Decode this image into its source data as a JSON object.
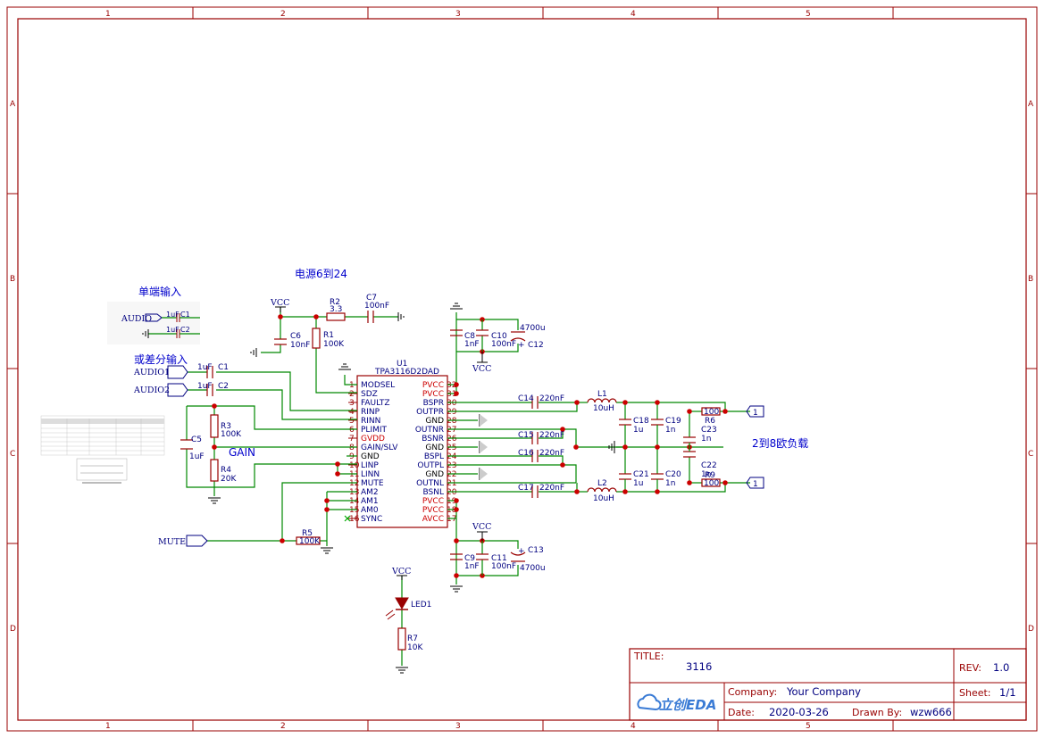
{
  "sheet": {
    "title_label": "TITLE:",
    "title_value": "3116",
    "rev_label": "REV:",
    "rev_value": "1.0",
    "company_label": "Company:",
    "company_value": "Your Company",
    "sheet_label": "Sheet:",
    "sheet_value": "1/1",
    "date_label": "Date:",
    "date_value": "2020-03-26",
    "drawn_label": "Drawn By:",
    "drawn_value": "wzw666",
    "logo_text": "立创EDA",
    "zone_cols": [
      "1",
      "2",
      "3",
      "4",
      "5"
    ],
    "zone_rows": [
      "A",
      "B",
      "C",
      "D"
    ]
  },
  "notes": {
    "power": "电源6到24",
    "single_input": "单端输入",
    "diff_input": "或差分输入",
    "gain": "GAIN",
    "load": "2到8欧负载"
  },
  "ic": {
    "ref": "U1",
    "part": "TPA3116D2DAD",
    "left_pins": [
      {
        "num": "1",
        "name": "MODSEL",
        "color": "blue"
      },
      {
        "num": "2",
        "name": "SDZ",
        "color": "blue"
      },
      {
        "num": "3",
        "name": "FAULTZ",
        "color": "blue"
      },
      {
        "num": "4",
        "name": "RINP",
        "color": "blue"
      },
      {
        "num": "5",
        "name": "RINN",
        "color": "blue"
      },
      {
        "num": "6",
        "name": "PLIMIT",
        "color": "blue"
      },
      {
        "num": "7",
        "name": "GVDD",
        "color": "red"
      },
      {
        "num": "8",
        "name": "GAIN/SLV",
        "color": "blue"
      },
      {
        "num": "9",
        "name": "GND",
        "color": "black"
      },
      {
        "num": "10",
        "name": "LINP",
        "color": "blue"
      },
      {
        "num": "11",
        "name": "LINN",
        "color": "blue"
      },
      {
        "num": "12",
        "name": "MUTE",
        "color": "blue"
      },
      {
        "num": "13",
        "name": "AM2",
        "color": "blue"
      },
      {
        "num": "14",
        "name": "AM1",
        "color": "blue"
      },
      {
        "num": "15",
        "name": "AM0",
        "color": "blue"
      },
      {
        "num": "16",
        "name": "SYNC",
        "color": "blue"
      }
    ],
    "right_pins": [
      {
        "num": "32",
        "name": "PVCC",
        "color": "red"
      },
      {
        "num": "31",
        "name": "PVCC",
        "color": "red"
      },
      {
        "num": "30",
        "name": "BSPR",
        "color": "blue"
      },
      {
        "num": "29",
        "name": "OUTPR",
        "color": "blue"
      },
      {
        "num": "28",
        "name": "GND",
        "color": "black"
      },
      {
        "num": "27",
        "name": "OUTNR",
        "color": "blue"
      },
      {
        "num": "26",
        "name": "BSNR",
        "color": "blue"
      },
      {
        "num": "25",
        "name": "GND",
        "color": "black"
      },
      {
        "num": "24",
        "name": "BSPL",
        "color": "blue"
      },
      {
        "num": "23",
        "name": "OUTPL",
        "color": "blue"
      },
      {
        "num": "22",
        "name": "GND",
        "color": "black"
      },
      {
        "num": "21",
        "name": "OUTNL",
        "color": "blue"
      },
      {
        "num": "20",
        "name": "BSNL",
        "color": "blue"
      },
      {
        "num": "19",
        "name": "PVCC",
        "color": "red"
      },
      {
        "num": "18",
        "name": "PVCC",
        "color": "red"
      },
      {
        "num": "17",
        "name": "AVCC",
        "color": "red"
      }
    ]
  },
  "components": {
    "R1": {
      "ref": "R1",
      "value": "100K"
    },
    "R2": {
      "ref": "R2",
      "value": "3.3"
    },
    "R3": {
      "ref": "R3",
      "value": "100K"
    },
    "R4": {
      "ref": "R4",
      "value": "20K"
    },
    "R5": {
      "ref": "R5",
      "value": "100K"
    },
    "R6": {
      "ref": "R6",
      "value": "100"
    },
    "R7": {
      "ref": "R7",
      "value": "10K"
    },
    "R9": {
      "ref": "R9",
      "value": "100"
    },
    "C1": {
      "ref": "C1",
      "value": "1uF"
    },
    "C2": {
      "ref": "C2",
      "value": "1uF"
    },
    "C5": {
      "ref": "C5",
      "value": "1uF"
    },
    "C6": {
      "ref": "C6",
      "value": "10nF"
    },
    "C7": {
      "ref": "C7",
      "value": "100nF"
    },
    "C8": {
      "ref": "C8",
      "value": "1nF"
    },
    "C9": {
      "ref": "C9",
      "value": "1nF"
    },
    "C10": {
      "ref": "C10",
      "value": "100nF"
    },
    "C11": {
      "ref": "C11",
      "value": "100nF"
    },
    "C12": {
      "ref": "C12",
      "value": "4700u"
    },
    "C13": {
      "ref": "C13",
      "value": "4700u"
    },
    "C14": {
      "ref": "C14",
      "value": "220nF"
    },
    "C15": {
      "ref": "C15",
      "value": "220nF"
    },
    "C16": {
      "ref": "C16",
      "value": "220nF"
    },
    "C17": {
      "ref": "C17",
      "value": "220nF"
    },
    "C18": {
      "ref": "C18",
      "value": "1u"
    },
    "C19": {
      "ref": "C19",
      "value": "1n"
    },
    "C20": {
      "ref": "C20",
      "value": "1n"
    },
    "C21": {
      "ref": "C21",
      "value": "1u"
    },
    "C22": {
      "ref": "C22",
      "value": "1n"
    },
    "C23": {
      "ref": "C23",
      "value": "1n"
    },
    "L1": {
      "ref": "L1",
      "value": "10uH"
    },
    "L2": {
      "ref": "L2",
      "value": "10uH"
    },
    "LED1": {
      "ref": "LED1"
    }
  },
  "nets": {
    "vcc": "VCC",
    "audio": "AUDIO",
    "audio1": "AUDIO1",
    "audio2": "AUDIO2",
    "mute": "MUTE",
    "out1": "1",
    "out2": "1"
  }
}
